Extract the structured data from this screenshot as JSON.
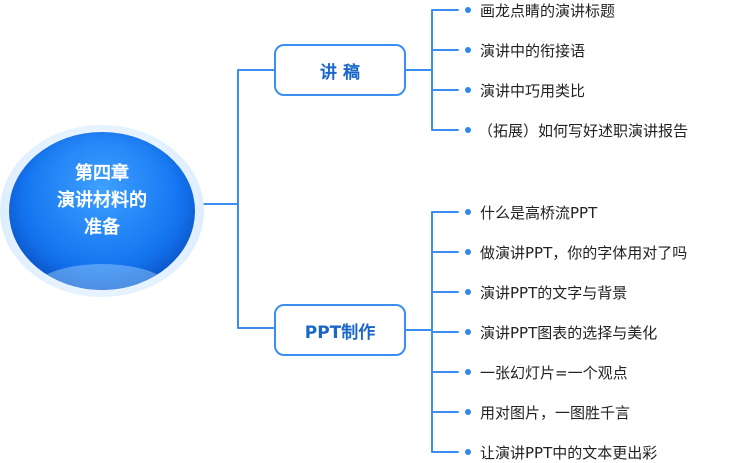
{
  "root": {
    "lines": [
      "第四章",
      "演讲材料的",
      "准备"
    ]
  },
  "branches": [
    {
      "label": "讲 稿",
      "children": [
        "画龙点睛的演讲标题",
        "演讲中的衔接语",
        "演讲中巧用类比",
        "（拓展）如何写好述职演讲报告"
      ]
    },
    {
      "label": "PPT制作",
      "children": [
        "什么是高桥流PPT",
        "做演讲PPT，你的字体用对了吗",
        "演讲PPT的文字与背景",
        "演讲PPT图表的选择与美化",
        "一张幻灯片=一个观点",
        "用对图片，一图胜千言",
        "让演讲PPT中的文本更出彩"
      ]
    }
  ],
  "colors": {
    "line": "#3b8df0",
    "branch_text": "#1a67c9",
    "root": "#1677f2"
  }
}
